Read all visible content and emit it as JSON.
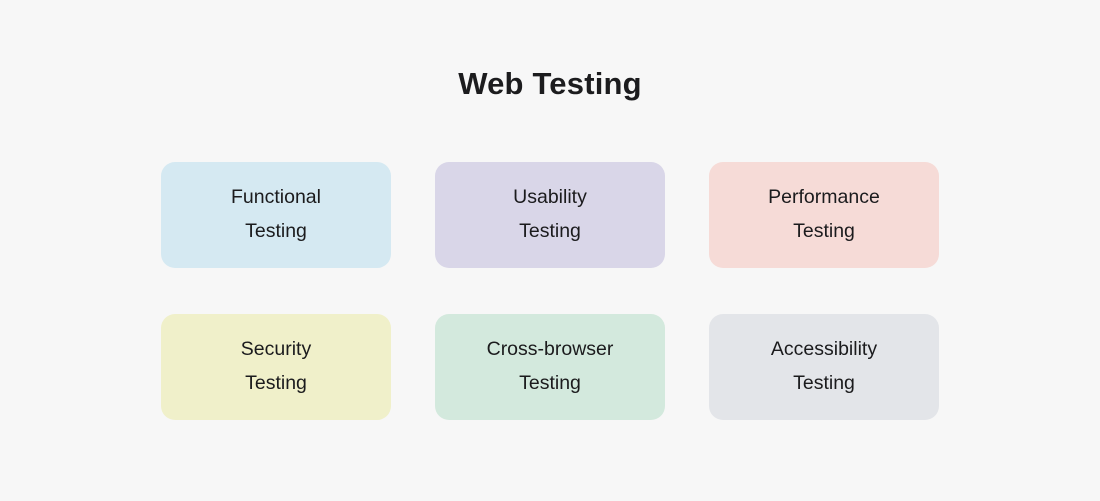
{
  "page": {
    "background": "#f7f7f7",
    "text_color": "#1b1b1d"
  },
  "title": "Web Testing",
  "cards": [
    {
      "name": "functional-testing",
      "lines": [
        "Functional",
        "Testing"
      ],
      "color": "#d5e9f2"
    },
    {
      "name": "usability-testing",
      "lines": [
        "Usability",
        "Testing"
      ],
      "color": "#d9d6e8"
    },
    {
      "name": "performance-testing",
      "lines": [
        "Performance",
        "Testing"
      ],
      "color": "#f6dbd7"
    },
    {
      "name": "security-testing",
      "lines": [
        "Security",
        "Testing"
      ],
      "color": "#f0f0ca"
    },
    {
      "name": "cross-browser-testing",
      "lines": [
        "Cross-browser",
        "Testing"
      ],
      "color": "#d3e9dd"
    },
    {
      "name": "accessibility-testing",
      "lines": [
        "Accessibility",
        "Testing"
      ],
      "color": "#e3e5e9"
    }
  ]
}
